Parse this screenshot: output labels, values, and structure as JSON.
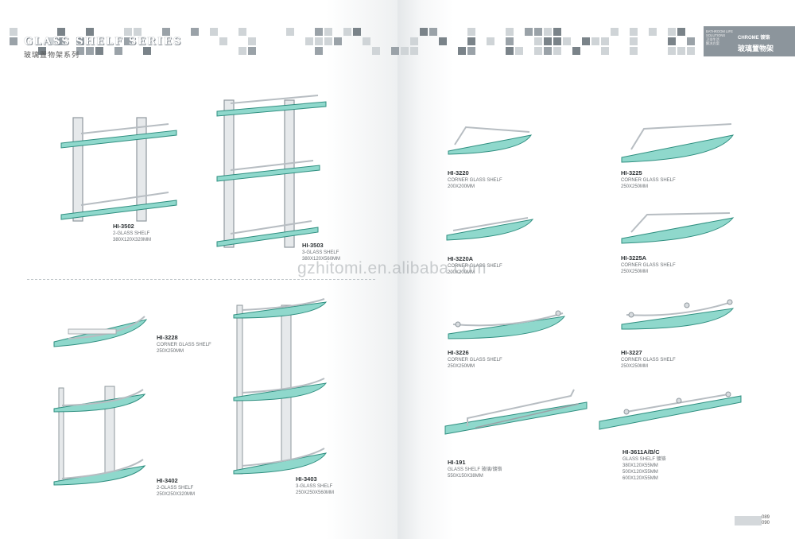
{
  "header": {
    "title": "GLASS SHELF  SERIES",
    "title_cn": "玻璃置物架系列",
    "box_lines": [
      "BATHROOM LIFE",
      "SOLUTIONS",
      "卫浴生活",
      "解决方案"
    ],
    "chrome_label": "CHROME 镀铬",
    "cn_label": "玻璃置物架"
  },
  "watermark": "gzhitomi.en.alibaba.com",
  "page_numbers": [
    "089",
    "090"
  ],
  "colors": {
    "glass": "#7fd1c4",
    "glass_edge": "#2f8f80",
    "chrome": "#c9ced2",
    "tile_dark": "#7a8389",
    "tile_mid": "#9aa2a8",
    "tile_light": "#cfd4d7"
  },
  "products": [
    {
      "code": "HI-3502",
      "desc": "2-GLASS SHELF",
      "size": "380X120X320MM",
      "icon": "two-tier-straight-shelf"
    },
    {
      "code": "HI-3503",
      "desc": "3-GLASS SHELF",
      "size": "380X120X560MM",
      "icon": "three-tier-straight-shelf"
    },
    {
      "code": "HI-3228",
      "desc": "CORNER GLASS SHELF",
      "size": "250X250MM",
      "icon": "corner-shelf"
    },
    {
      "code": "HI-3402",
      "desc": "2-GLASS SHELF",
      "size": "250X250X320MM",
      "icon": "two-tier-corner-shelf"
    },
    {
      "code": "HI-3403",
      "desc": "3-GLASS SHELF",
      "size": "250X250X560MM",
      "icon": "three-tier-corner-shelf"
    },
    {
      "code": "HI-3220",
      "desc": "CORNER GLASS SHELF",
      "size": "200X200MM",
      "icon": "corner-shelf"
    },
    {
      "code": "HI-3225",
      "desc": "CORNER GLASS SHELF",
      "size": "250X250MM",
      "icon": "corner-shelf"
    },
    {
      "code": "HI-3220A",
      "desc": "CORNER GLASS SHELF",
      "size": "200X200MM",
      "icon": "corner-shelf"
    },
    {
      "code": "HI-3225A",
      "desc": "CORNER GLASS SHELF",
      "size": "250X250MM",
      "icon": "corner-shelf"
    },
    {
      "code": "HI-3226",
      "desc": "CORNER GLASS SHELF",
      "size": "250X250MM",
      "icon": "corner-shelf-with-rail"
    },
    {
      "code": "HI-3227",
      "desc": "CORNER GLASS SHELF",
      "size": "250X250MM",
      "icon": "corner-shelf-with-rail"
    },
    {
      "code": "HI-191",
      "desc": "GLASS SHELF 玻璃/镀铬",
      "size": "550X150X38MM",
      "icon": "straight-shelf-with-rail"
    },
    {
      "code": "HI-3611A/B/C",
      "desc": "GLASS SHELF 镀铬",
      "size_lines": [
        "380X120X55MM",
        "500X120X55MM",
        "600X120X55MM"
      ],
      "icon": "straight-shelf-with-rail"
    }
  ]
}
